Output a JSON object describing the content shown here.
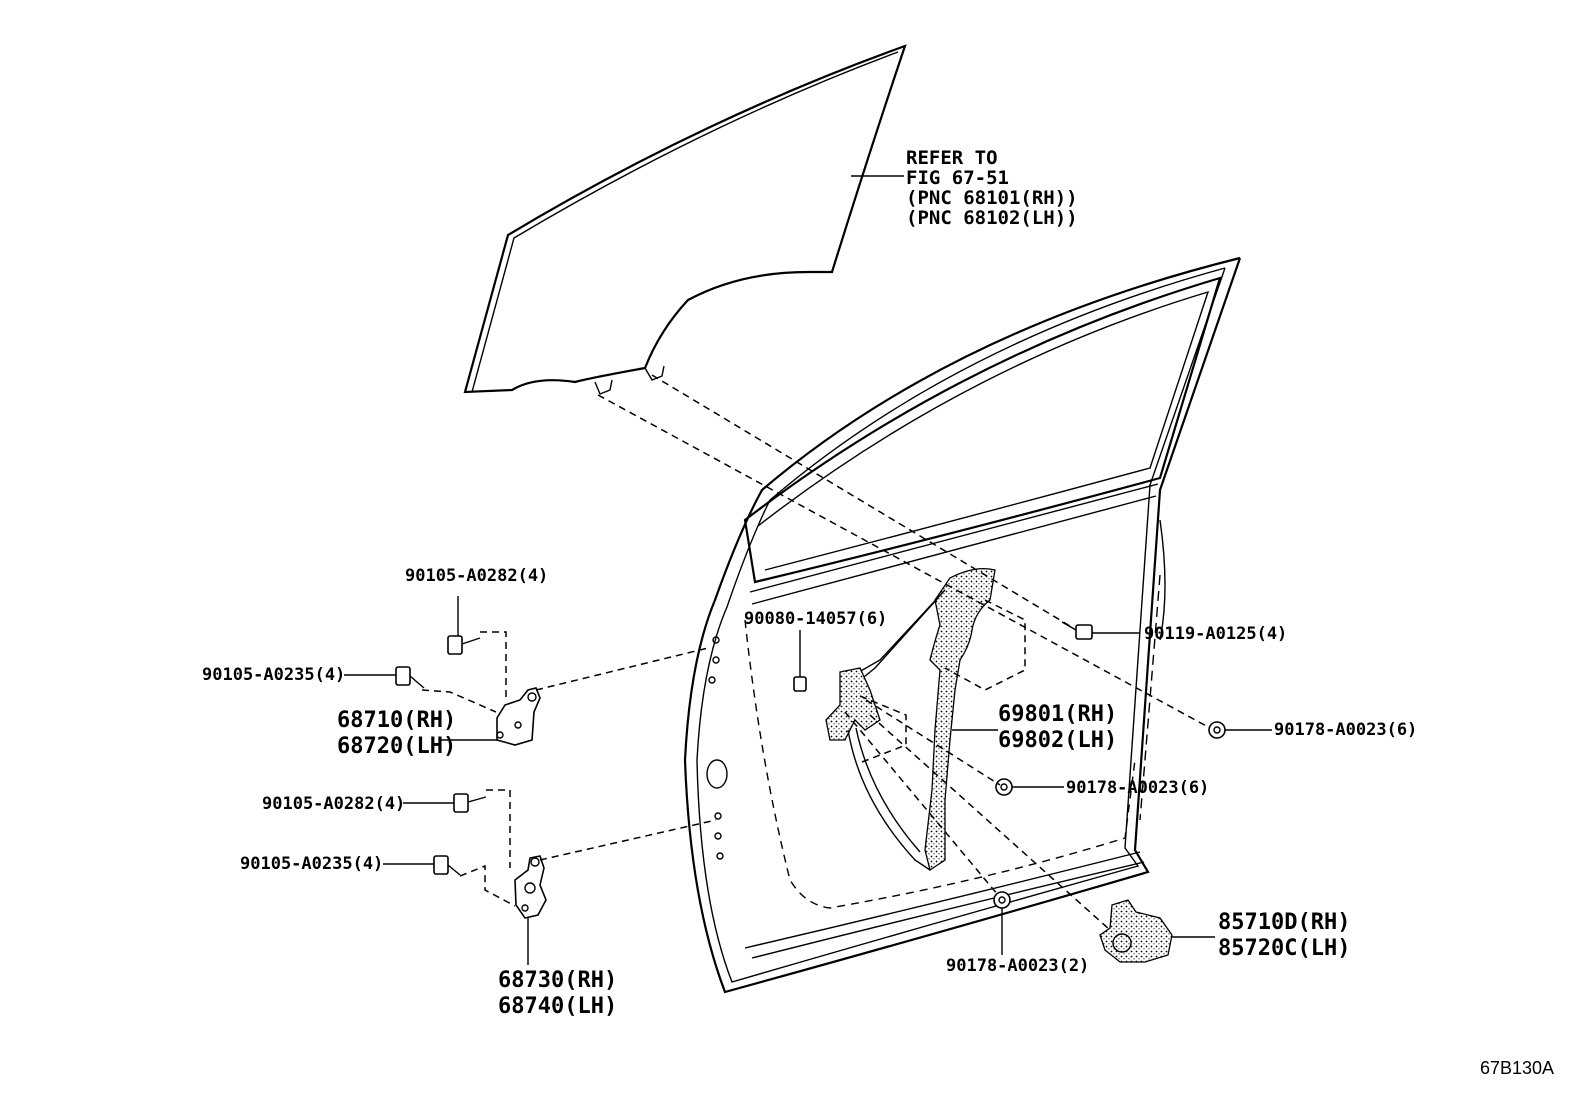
{
  "glass_note": {
    "lines": [
      "REFER TO",
      "FIG 67-51",
      "(PNC 68101(RH))",
      "(PNC 68102(LH))"
    ]
  },
  "labels": {
    "bolt_upper_hinge_top": "90105-A0282(4)",
    "bolt_upper_hinge_side": "90105-A0235(4)",
    "upper_hinge": [
      "68710(RH)",
      "68720(LH)"
    ],
    "bolt_lower_hinge_top": "90105-A0282(4)",
    "bolt_lower_hinge_side": "90105-A0235(4)",
    "lower_hinge": [
      "68730(RH)",
      "68740(LH)"
    ],
    "regulator_bolt": "90080-14057(6)",
    "glass_bolt": "90119-A0125(4)",
    "regulator": [
      "69801(RH)",
      "69802(LH)"
    ],
    "nut_right": "90178-A0023(6)",
    "nut_middle": "90178-A0023(6)",
    "nut_bottom": "90178-A0023(2)",
    "motor": [
      "85710D(RH)",
      "85720C(LH)"
    ]
  },
  "figure_code": "67B130A"
}
